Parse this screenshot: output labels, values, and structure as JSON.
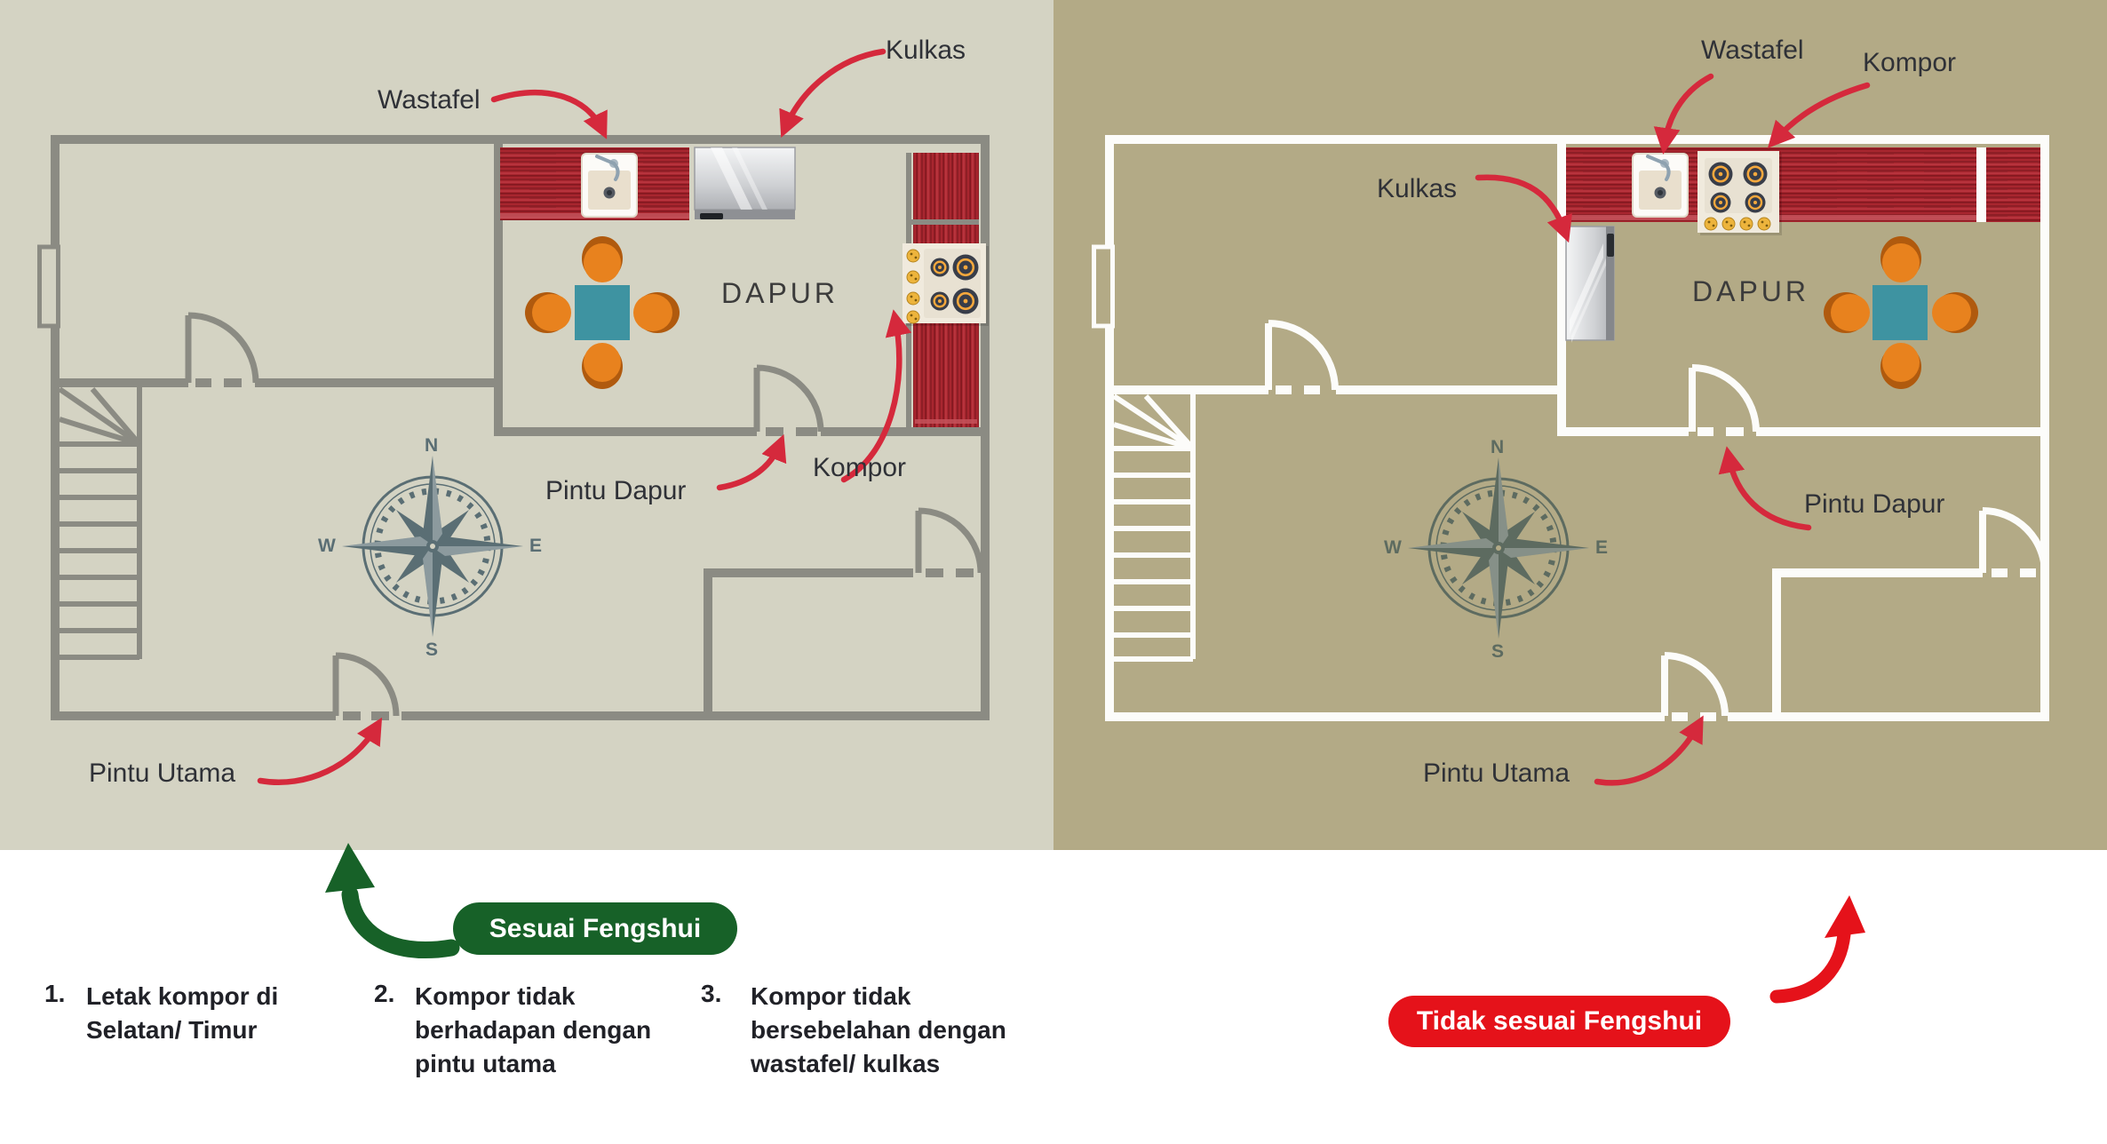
{
  "left_plan": {
    "verdict_badge": "Sesuai Fengshui",
    "labels": {
      "wastafel": "Wastafel",
      "kulkas": "Kulkas",
      "kompor": "Kompor",
      "pintu_dapur": "Pintu Dapur",
      "pintu_utama": "Pintu Utama",
      "room": "DAPUR"
    },
    "compass": {
      "n": "N",
      "e": "E",
      "s": "S",
      "w": "W"
    }
  },
  "right_plan": {
    "verdict_badge": "Tidak sesuai Fengshui",
    "labels": {
      "wastafel": "Wastafel",
      "kulkas": "Kulkas",
      "kompor": "Kompor",
      "pintu_dapur": "Pintu Dapur",
      "pintu_utama": "Pintu Utama",
      "room": "DAPUR"
    },
    "compass": {
      "n": "N",
      "e": "E",
      "s": "S",
      "w": "W"
    }
  },
  "rules": [
    {
      "num": "1.",
      "text": "Letak kompor di\nSelatan/ Timur"
    },
    {
      "num": "2.",
      "text": "Kompor tidak\nberhadapan dengan\npintu utama"
    },
    {
      "num": "3.",
      "text": "Kompor tidak\nbersebelahan dengan\nwastafel/ kulkas"
    }
  ],
  "colors": {
    "left_background": "#d4d3c3",
    "right_background": "#b3aa86",
    "left_wall_gray": "#8b8b83",
    "right_wall_white": "#fcfcfa",
    "annotation_red": "#d5293c",
    "counter_red": "#a8262f",
    "verdict_green": "#176128",
    "verdict_red": "#e5121a",
    "table_teal": "#3e93a1",
    "chair_orange": "#e8821e",
    "compass_left": "#5a6e74",
    "compass_right": "#5d6b60"
  }
}
